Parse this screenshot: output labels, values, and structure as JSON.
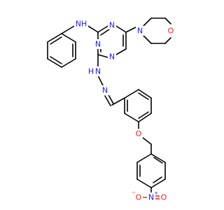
{
  "molecule": {
    "atom_colors": {
      "C": "#000000",
      "N": "#1a1aff",
      "O": "#ff1a1a"
    },
    "labels": {
      "nh": "NH",
      "h_of_nh": "H",
      "triazine_n_top": "N",
      "triazine_n_left": "N",
      "triazine_n_right": "N",
      "morpholine_n": "N",
      "morpholine_o": "O",
      "hydrazone_nh": "N",
      "hydrazone_h": "H",
      "hydrazone_n": "N",
      "ether_o": "O",
      "nitro_n": "N",
      "nitro_n_charge": "+",
      "nitro_o_left": "O",
      "nitro_o_left_charge": "−",
      "nitro_o_right": "O"
    }
  }
}
